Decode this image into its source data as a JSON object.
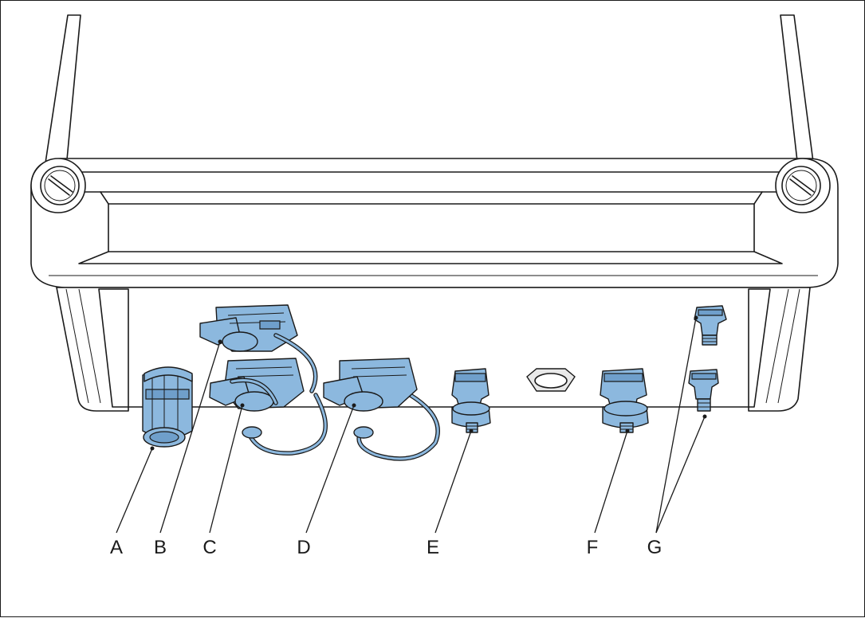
{
  "diagram": {
    "labels": {
      "a": "A",
      "b": "B",
      "c": "C",
      "d": "D",
      "e": "E",
      "f": "F",
      "g": "G"
    },
    "colors": {
      "connector": "#8cb8de",
      "outline": "#1a1a1a",
      "housing": "#ffffff"
    }
  }
}
